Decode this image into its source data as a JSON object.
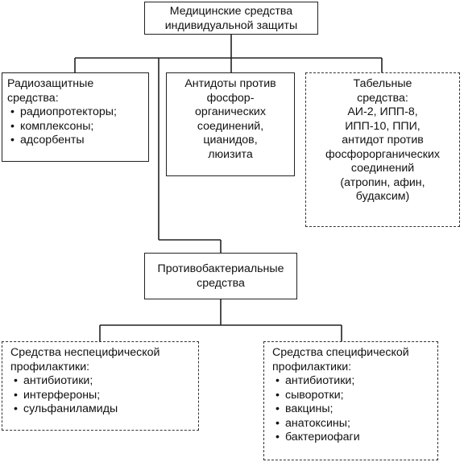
{
  "root": {
    "line1": "Медицинские средства",
    "line2": "индивидуальной защиты"
  },
  "radio": {
    "title_lines": [
      "Радиозащитные",
      "средства:"
    ],
    "items": [
      "радиопротекторы;",
      "комплексоны;",
      "адсорбенты"
    ]
  },
  "antidotes": {
    "lines": [
      "Антидоты против",
      "фосфор-",
      "органических",
      "соединений,",
      "цианидов,",
      "люизита"
    ]
  },
  "tabel": {
    "lines": [
      "Табельные",
      "средства:",
      "АИ-2, ИПП-8,",
      "ИПП-10, ППИ,",
      "антидот против",
      "фосфорорганических",
      "соединений",
      "(атропин, афин,",
      "будаксим)"
    ]
  },
  "antibact": {
    "line1": "Противобактериальные",
    "line2": "средства"
  },
  "nonspecific": {
    "title_lines": [
      "Средства неспецифической",
      "профилактики:"
    ],
    "items": [
      "антибиотики;",
      "интерфероны;",
      "сульфаниламиды"
    ]
  },
  "specific": {
    "title_lines": [
      "Средства специфической",
      "профилактики:"
    ],
    "items": [
      "антибиотики;",
      "сыворотки;",
      "вакцины;",
      "анатоксины;",
      "бактериофаги"
    ]
  }
}
